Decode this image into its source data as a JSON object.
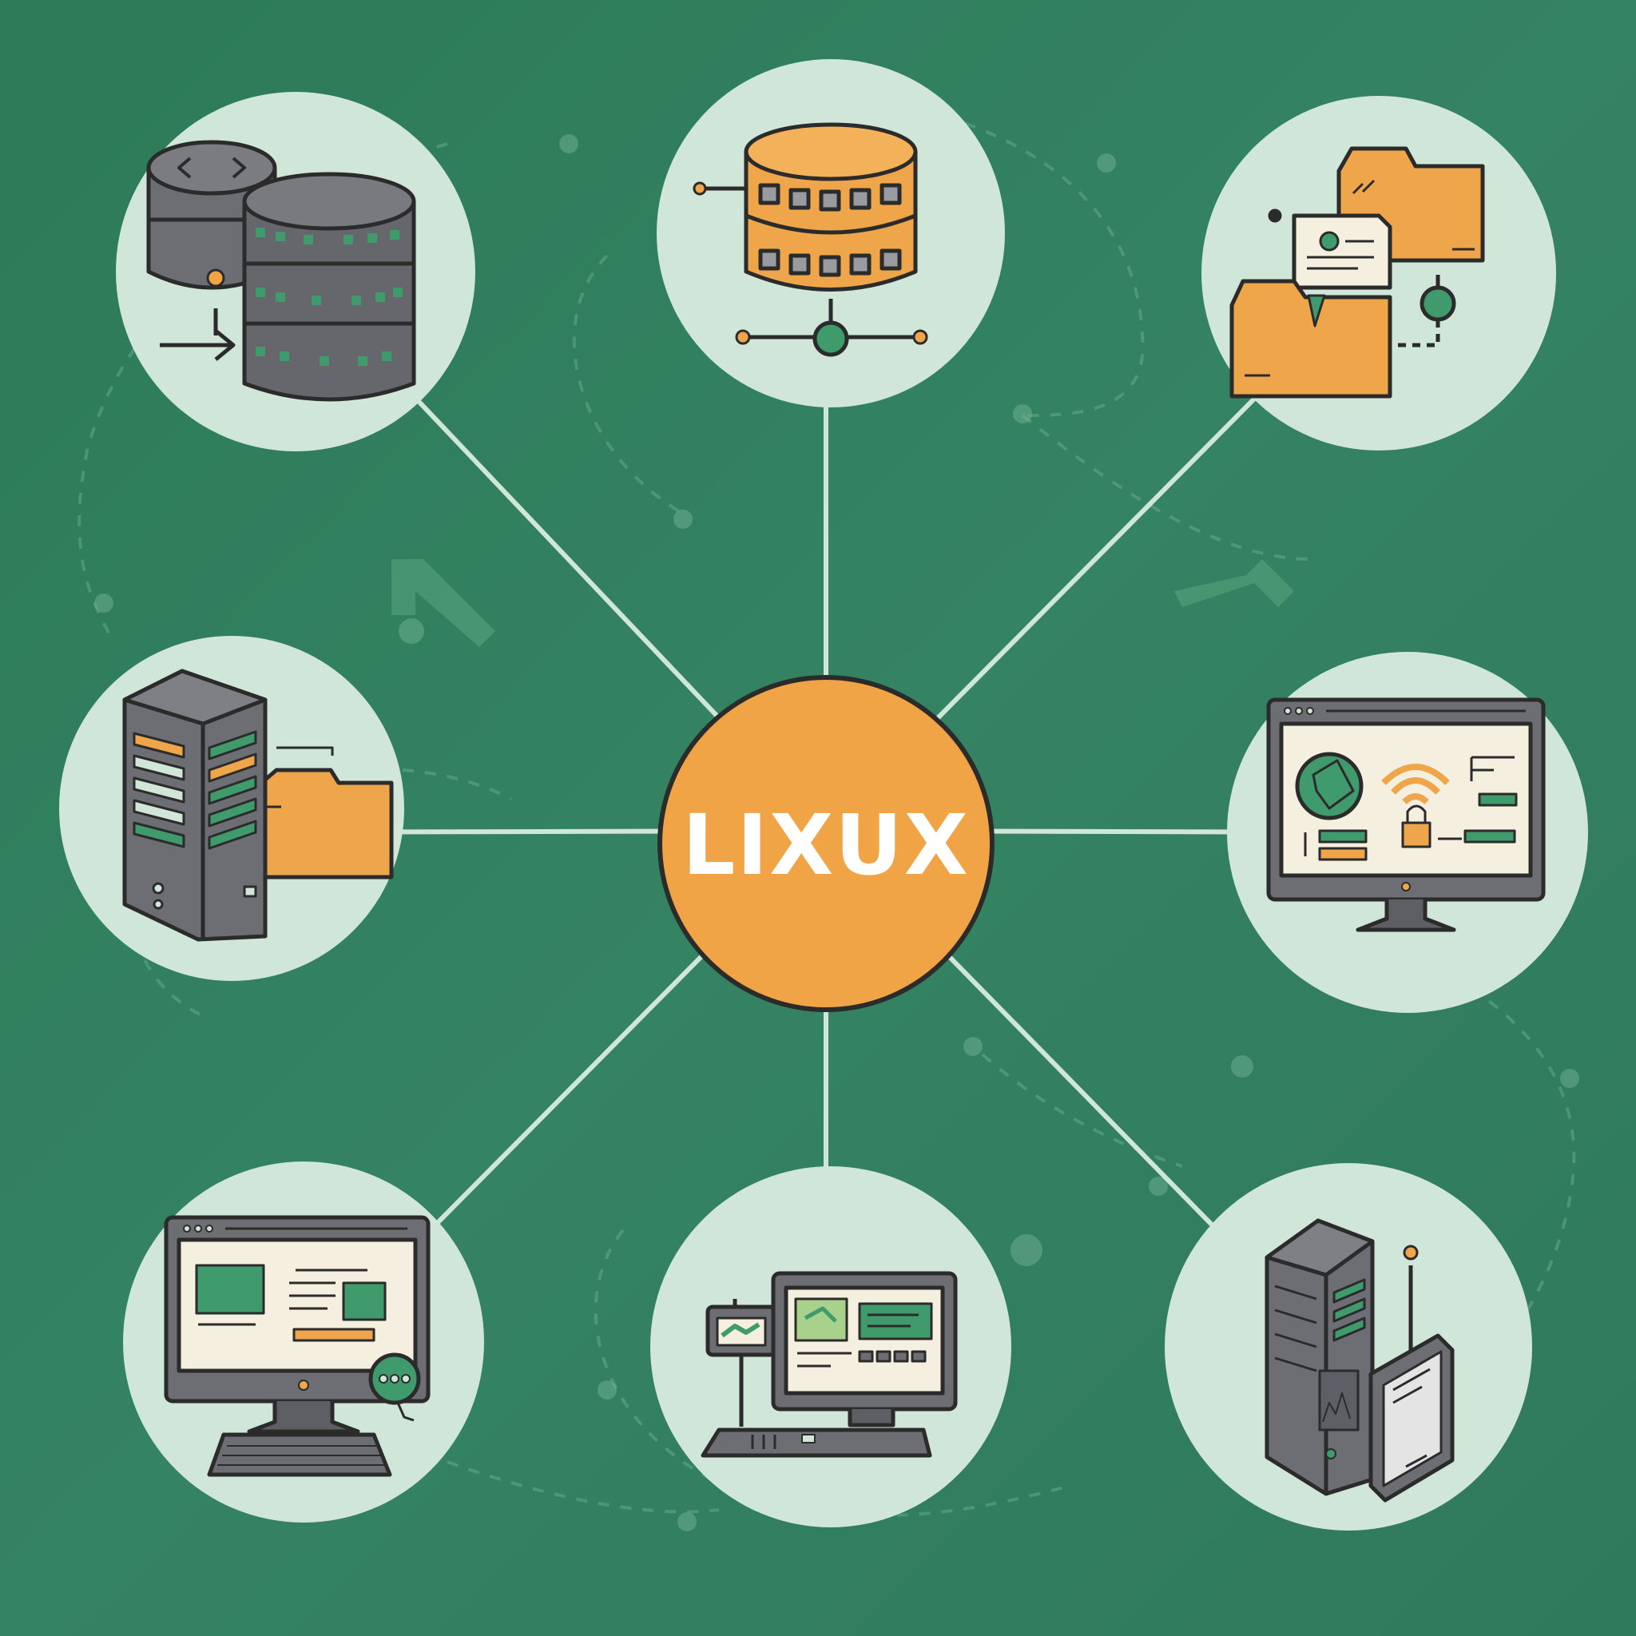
{
  "hub": {
    "label": "LIXUX"
  },
  "nodes": [
    {
      "id": "database-servers",
      "icon": "database-servers-icon"
    },
    {
      "id": "database-cluster",
      "icon": "orange-database-icon"
    },
    {
      "id": "file-sharing",
      "icon": "folders-icon"
    },
    {
      "id": "file-server",
      "icon": "server-tower-folder-icon"
    },
    {
      "id": "network-security-monitor",
      "icon": "security-dashboard-icon"
    },
    {
      "id": "desktop-workstation",
      "icon": "desktop-computer-icon"
    },
    {
      "id": "embedded-terminal",
      "icon": "terminal-workstation-icon"
    },
    {
      "id": "server-and-mobile",
      "icon": "server-mobile-icon"
    }
  ],
  "colors": {
    "background": "#2f7d5b",
    "node_fill": "#cfe6d8",
    "hub_fill": "#f0a446",
    "hub_text": "#ffffff",
    "outline": "#2b2b2b",
    "accent_orange": "#efa64b",
    "accent_green": "#3f9a6c",
    "device_gray": "#6f6f75"
  }
}
